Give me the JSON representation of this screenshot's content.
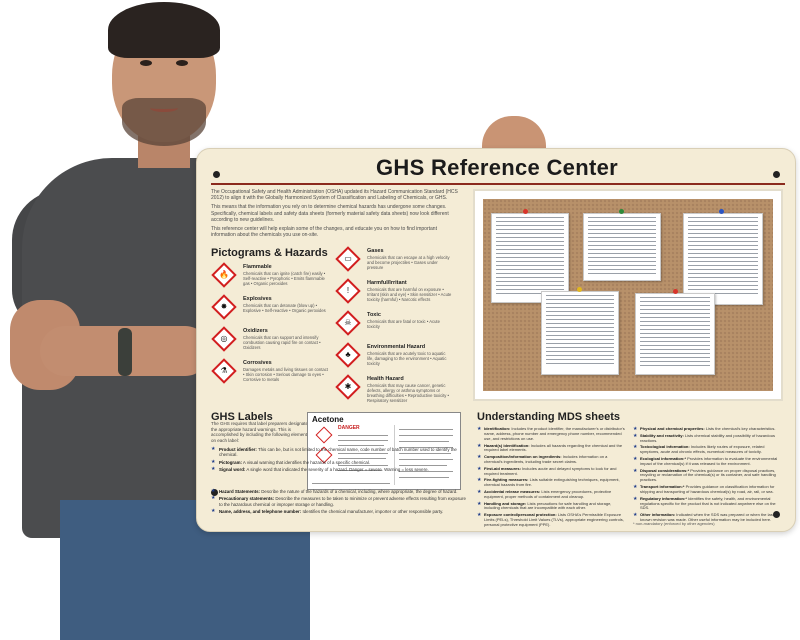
{
  "sign": {
    "title": "GHS Reference Center",
    "intro": [
      "The Occupational Safety and Health Administration (OSHA) updated its Hazard Communication Standard (HCS 2012) to align it with the Globally Harmonized System of Classification and Labeling of Chemicals, or GHS.",
      "This means that the information you rely on to determine chemical hazards has undergone some changes. Specifically, chemical labels and safety data sheets (formerly material safety data sheets) now look different according to new guidelines.",
      "This reference center will help explain some of the changes, and educate you on how to find important information about the chemicals you use on-site."
    ],
    "pictograms_heading": "Pictograms & Hazards",
    "pictograms_left": [
      {
        "name": "Flammable",
        "icon": "flame-icon",
        "glyph": "🔥",
        "desc": "Chemicals that can ignite (catch fire) easily • Self-reactive • Pyrophoric • Emits flammable gas • Organic peroxides"
      },
      {
        "name": "Explosives",
        "icon": "exploding-bomb-icon",
        "glyph": "✸",
        "desc": "Chemicals that can detonate (blow up) • Explosive • Self-reactive • Organic peroxides"
      },
      {
        "name": "Oxidizers",
        "icon": "flame-over-circle-icon",
        "glyph": "◎",
        "desc": "Chemicals that can support and intensify combustion causing rapid fire on contact • Oxidizers"
      },
      {
        "name": "Corrosives",
        "icon": "corrosion-icon",
        "glyph": "⚗",
        "desc": "Damages metals and living tissues on contact • Skin corrosion • Serious damage to eyes • Corrosive to metals"
      }
    ],
    "pictograms_right": [
      {
        "name": "Gases",
        "icon": "gas-cylinder-icon",
        "glyph": "▭",
        "desc": "Chemicals that can escape at a high velocity and become projectiles • Gases under pressure"
      },
      {
        "name": "Harmful/Irritant",
        "icon": "exclamation-mark-icon",
        "glyph": "!",
        "desc": "Chemicals that are harmful on exposure • Irritant (skin and eye) • Skin sensitizer • Acute toxicity (harmful) • Narcotic effects"
      },
      {
        "name": "Toxic",
        "icon": "skull-crossbones-icon",
        "glyph": "☠",
        "desc": "Chemicals that are fatal or toxic • Acute toxicity"
      },
      {
        "name": "Environmental Hazard",
        "icon": "environment-icon",
        "glyph": "♣",
        "desc": "Chemicals that are acutely toxic to aquatic life, damaging to the environment • Aquatic toxicity"
      },
      {
        "name": "Health Hazard",
        "icon": "health-hazard-icon",
        "glyph": "✱",
        "desc": "Chemicals that may cause cancer, genetic defects, allergy or asthma symptoms or breathing difficulties • Reproductive toxicity • Respiratory sensitizer"
      }
    ],
    "ghs_heading": "GHS Labels",
    "ghs_intro": "The GHS requires that label preparers designate the appropriate hazard warnings. This is accomplished by including the following elements on each label:",
    "ghs_items": [
      {
        "label": "Product identifier:",
        "text": "This can be, but is not limited to the chemical name, code number of batch number used to identify the chemical."
      },
      {
        "label": "Pictogram:",
        "text": "A visual warning that identifies the hazards of a specific chemical."
      },
      {
        "label": "Signal word:",
        "text": "A single word that indicated the severity of a hazard. Danger = severe. Warning = less severe."
      },
      {
        "label": "Hazard Statements:",
        "text": "Describe the nature of the hazards of a chemical, including, where appropriate, the degree of hazard."
      },
      {
        "label": "Precautionary statements:",
        "text": "Describe the measures to be taken to minimize or prevent adverse effects resulting from exposure to the hazardous chemical or improper storage or handling."
      },
      {
        "label": "Name, address, and telephone number:",
        "text": "Identifies the chemical manufacturer, importer or other responsible party."
      }
    ],
    "acetone_label": {
      "name": "Acetone",
      "signal": "DANGER"
    },
    "mds_heading": "Understanding MDS sheets",
    "mds_left": [
      {
        "label": "Identification:",
        "text": "Includes the product identifier, the manufacturer's or distributor's name, address, phone number and emergency phone number, recommended use, and restrictions on use."
      },
      {
        "label": "Hazard(s) identification:",
        "text": "Includes all hazards regarding the chemical and the required label elements."
      },
      {
        "label": "Composition/information on ingredients:",
        "text": "Includes information on a chemical's ingredients, including trade secret claims."
      },
      {
        "label": "First-aid measures:",
        "text": "Includes acute and delayed symptoms to look for and required treatment."
      },
      {
        "label": "Fire-fighting measures:",
        "text": "Lists suitable extinguishing techniques, equipment, chemical hazards from fire."
      },
      {
        "label": "Accidental release measures:",
        "text": "Lists emergency procedures, protective equipment, proper methods of containment and cleanup."
      },
      {
        "label": "Handling and storage:",
        "text": "Lists precautions for safe handling and storage, including chemicals that are incompatible with each other."
      },
      {
        "label": "Exposure control/personal protection:",
        "text": "Lists OSHA's Permissible Exposure Limits (PELs), Threshold Limit Values (TLVs), appropriate engineering controls, personal protective equipment (PPE)."
      }
    ],
    "mds_right": [
      {
        "label": "Physical and chemical properties:",
        "text": "Lists the chemical's key characteristics."
      },
      {
        "label": "Stability and reactivity:",
        "text": "Lists chemical stability and possibility of hazardous reactions."
      },
      {
        "label": "Toxicological information:",
        "text": "Includes likely routes of exposure, related symptoms, acute and chronic effects, numerical measures of toxicity."
      },
      {
        "label": "Ecological information:*",
        "text": "Provides information to evaluate the environmental impact of the chemical(s) if it was released to the environment."
      },
      {
        "label": "Disposal considerations:*",
        "text": "Provides guidance on proper disposal practices, recycling or reclamation of the chemical(s) or its container, and safe handling practices."
      },
      {
        "label": "Transport information:*",
        "text": "Provides guidance on classification information for shipping and transporting of hazardous chemical(s) by road, air, rail, or sea."
      },
      {
        "label": "Regulatory information:*",
        "text": "Identifies the safety, health, and environmental regulations specific for the product that is not indicated anywhere else on the SDS."
      },
      {
        "label": "Other information:",
        "text": "Indicated when the SDS was prepared or when the last known revision was made. Other useful information may be included here."
      }
    ],
    "footnote": "* non-mandatory (enforced by other agencies)"
  }
}
